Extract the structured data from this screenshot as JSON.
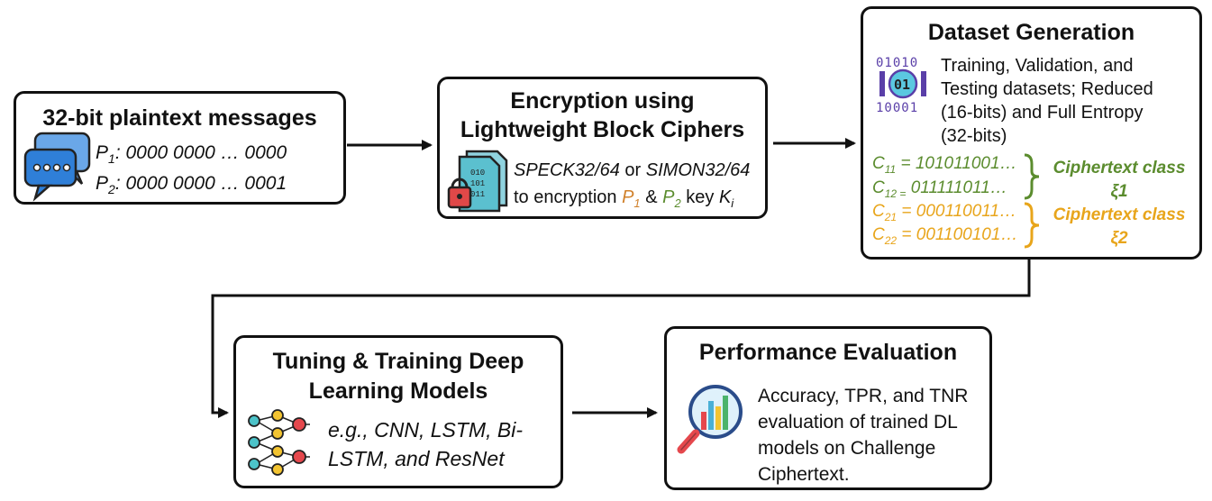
{
  "box1": {
    "title": "32-bit plaintext messages",
    "line1_var": "P",
    "line1_sub": "1",
    "line1_rest": ": 0000 0000 … 0000",
    "line2_var": "P",
    "line2_sub": "2",
    "line2_rest": ": 0000 0000 … 0001",
    "icon": "chat-bubbles-icon"
  },
  "box2": {
    "title_line1": "Encryption using",
    "title_line2": "Lightweight Block Ciphers",
    "cipher1": "SPECK32/64",
    "or": " or ",
    "cipher2": "SIMON32/64",
    "line2_prefix": "to encryption ",
    "p": "P",
    "p1_sub": "1",
    "amp": " & ",
    "p2_sub": "2",
    "key_text": " key ",
    "k": "K",
    "k_sub": "i",
    "icon": "encrypted-file-lock-icon"
  },
  "box3": {
    "title": "Dataset Generation",
    "desc1": "Training, Validation, and",
    "desc2": "Testing datasets; Reduced",
    "desc3": "(16-bits) and Full Entropy",
    "desc4": "(32-bits)",
    "c11_var": "C",
    "c11_sub": "11",
    "c11_rest": " = 101011001…",
    "c12_var": "C",
    "c12_sub": "12 =",
    "c12_rest": " 011111011…",
    "c21_var": "C",
    "c21_sub": "21",
    "c21_rest": " = 000110011…",
    "c22_var": "C",
    "c22_sub": "22",
    "c22_rest": " = 001100101…",
    "class1_line1": "Ciphertext class",
    "class1_line2": "ξ1",
    "class2_line1": "Ciphertext class",
    "class2_line2": "ξ2",
    "icon": "binary-data-icon"
  },
  "box4": {
    "title_line1": "Tuning & Training Deep",
    "title_line2": "Learning Models",
    "desc1": "e.g., CNN, LSTM, Bi-",
    "desc2": "LSTM, and ResNet",
    "icon": "neural-network-icon"
  },
  "box5": {
    "title": "Performance Evaluation",
    "desc1": "Accuracy, TPR, and TNR",
    "desc2": "evaluation of trained DL",
    "desc3": "models on Challenge",
    "desc4": "Ciphertext.",
    "icon": "chart-magnifier-icon"
  },
  "colors": {
    "green": "#5b8c2e",
    "orange": "#e8a51b",
    "p1": "#d0802a"
  }
}
